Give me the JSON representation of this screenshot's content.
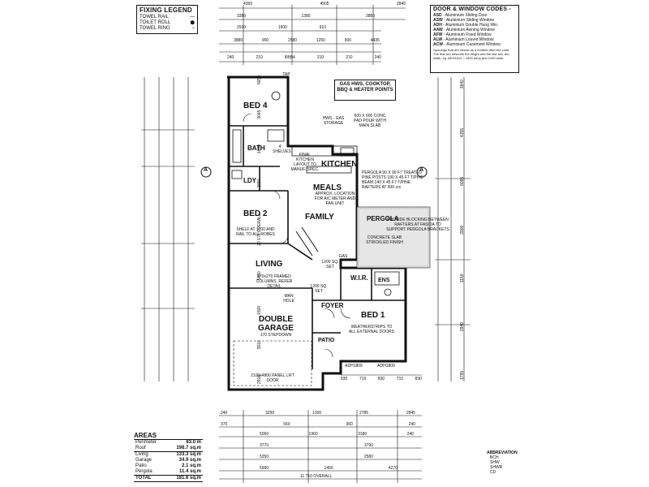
{
  "fixing_legend": {
    "title": "FIXING LEGEND",
    "items": [
      {
        "label": "TOWEL RAIL",
        "symbol": "—"
      },
      {
        "label": "TOILET ROLL",
        "symbol": "⬤"
      },
      {
        "label": "TOWEL RING",
        "symbol": "○"
      }
    ]
  },
  "door_window_codes": {
    "title": "DOOR & WINDOW CODES -",
    "codes": [
      {
        "code": "ASD",
        "desc": "Aluminium Sliding Door"
      },
      {
        "code": "ASW",
        "desc": "Aluminium Sliding Window"
      },
      {
        "code": "ADH",
        "desc": "Aluminium Double Hung Win."
      },
      {
        "code": "AAW",
        "desc": "Aluminium Awning Window"
      },
      {
        "code": "AFW",
        "desc": "Aluminium Fixed Window"
      },
      {
        "code": "ALW",
        "desc": "Aluminium Louvre Window"
      },
      {
        "code": "ACW",
        "desc": "Aluminium Casement Window"
      }
    ],
    "note": "Openings that are shown as a number after the code. The first two describe the height and the last two, the width. eg. ADH1512 = 1500 deep and 1200 wide."
  },
  "gas_note": "GAS HWS, COOKTOP, BBQ & HEATER POINTS",
  "rooms": {
    "bed4": "BED 4",
    "bath": "BATH",
    "ldy": "LDY",
    "kitchen": "KITCHEN",
    "meals": "MEALS",
    "family": "FAMILY",
    "bed2": "BED 2",
    "living": "LIVING",
    "pergola": "PERGOLA",
    "wir": "W.I.R.",
    "ens": "ENS",
    "bed1": "BED 1",
    "foyer": "FOYER",
    "patio": "PATIO",
    "double_garage": "DOUBLE GARAGE"
  },
  "notes": {
    "hws": "HWS - GAS STORAGE",
    "conc_pad": "600 X 600 CONC PAD POUR WITH MAIN SLAB",
    "final_kitchen": "FINAL KITCHEN LAYOUT TO MANUF. SPEC.",
    "ac_location": "APPROX. LOCATION FOR A/C METER AND FAN UNIT",
    "pergola_spec": "PERGOLA 90 X 90 F7 TREATED PINE POSTS 190 X 45 F7 T/PINE BEAM 140 X 45 F7 T/PINE RAFTERS AT 600 crs",
    "blocking": "PROVIDE BLOCKING BETWEEN RAFTERS AT FASCIA TO SUPPORT PERGOLA BRACKETS",
    "concrete_slab": "CONCRETE SLAB STRICKLED FINISH",
    "shelf": "SHELF AT 1700 AND RAIL TO ALL ROBES",
    "columns": "270x270 FRAMED COLUMNS, REFER DETAIL",
    "garage_step": "170 STEPDOWN",
    "garage_door": "2100x4800 PANEL LIFT DOOR",
    "weather": "WEATHERSTRIPS TO ALL EXTERNAL DOORS",
    "shelves": "4 SHELVES",
    "sq1": "1200 SQ. SET",
    "sq2": "1200 SQ. SET",
    "man_hole": "MAN HOLE",
    "gas": "GAS",
    "tap": "TAP",
    "section_marker": "A"
  },
  "areas": {
    "title": "AREAS",
    "rows": [
      {
        "label": "Perimeter",
        "value": "63.0 m"
      },
      {
        "label": "Roof",
        "value": "198.7 sq.m"
      },
      {
        "label": "Living",
        "value": "133.3 sq.m"
      },
      {
        "label": "Garage",
        "value": "34.9 sq.m"
      },
      {
        "label": "Patio",
        "value": "2.1 sq.m"
      },
      {
        "label": "Pergola",
        "value": "11.4 sq.m"
      }
    ],
    "total_label": "TOTAL",
    "total_value": "181.6 sq.m"
  },
  "abbreviation": {
    "title": "ABBREVIATION",
    "rows": [
      "BCH",
      "SHW",
      "SHWR",
      "CD"
    ]
  },
  "top_dims": {
    "row1": [
      "4360",
      "4505",
      "2845"
    ],
    "row2": [
      "3380",
      "1380",
      "3880"
    ],
    "row3": [
      "2910",
      "1600",
      "910"
    ],
    "row4": [
      "3880",
      "900",
      "2580",
      "1250",
      "900",
      "4435"
    ],
    "row5": [
      "240",
      "210",
      "210",
      "210",
      "240"
    ],
    "overall": "8/8B4"
  },
  "bottom_dims": {
    "row1": [
      "240",
      "3290",
      "1300",
      "2785",
      "2845"
    ],
    "row2": [
      "370",
      "560",
      "360",
      "240"
    ],
    "row3": [
      "5060",
      "1960",
      "3180",
      "240"
    ],
    "row4": [
      "3770",
      "3790"
    ],
    "row5": [
      "5350",
      "2580"
    ],
    "row6": [
      "5990",
      "1450",
      "4270"
    ],
    "overall": "11 710 OVERALL"
  },
  "left_dims": [
    "2910",
    "3910",
    "1500",
    "5450",
    "2880",
    "1600",
    "3045",
    "5650",
    "20 175 OVERALL"
  ],
  "right_dims": [
    "3840",
    "4355",
    "6095",
    "2900",
    "1150",
    "2940",
    "1795"
  ],
  "windows": {
    "adh1809a": "ADH1809",
    "adh1809b": "ADH1809"
  },
  "bottom_small_dims": [
    "830",
    "710",
    "830",
    "710",
    "830"
  ]
}
